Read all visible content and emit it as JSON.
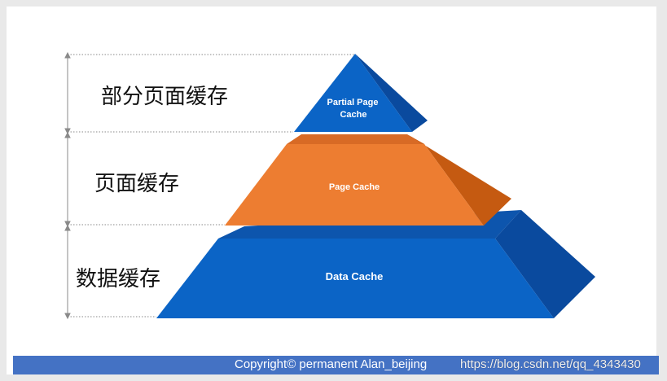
{
  "pyramid": {
    "levels": [
      {
        "side_label": "部分页面缓存",
        "shape_label_line1": "Partial Page",
        "shape_label_line2": "Cache"
      },
      {
        "side_label": "页面缓存",
        "shape_label": "Page Cache"
      },
      {
        "side_label": "数据缓存",
        "shape_label": "Data Cache"
      }
    ]
  },
  "colors": {
    "blue_front": "#0b64c6",
    "blue_side": "#0a4a9e",
    "blue_top": "#0d55ad",
    "orange_front": "#ed7d31",
    "orange_side": "#c55a11",
    "orange_top": "#d86a25"
  },
  "footer": {
    "copyright": "Copyright© permanent  Alan_beijing",
    "watermark": "https://blog.csdn.net/qq_4343430"
  }
}
